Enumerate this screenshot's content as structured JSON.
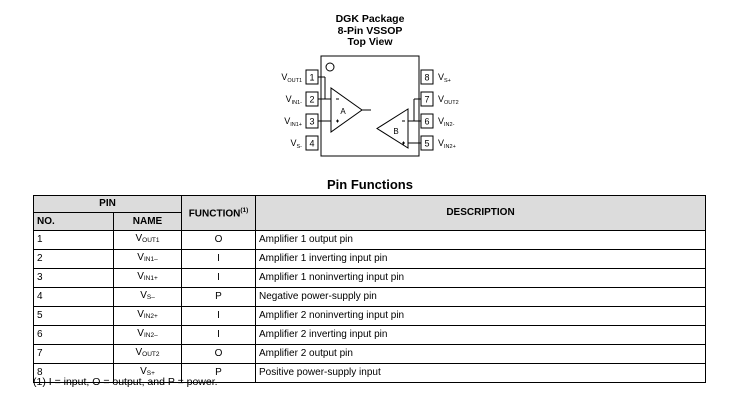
{
  "package": {
    "line1": "DGK Package",
    "line2": "8-Pin VSSOP",
    "line3": "Top View",
    "amp_a": "A",
    "amp_b": "B",
    "left_pins": [
      {
        "num": "1",
        "name": "V",
        "sub": "OUT1"
      },
      {
        "num": "2",
        "name": "V",
        "sub": "IN1-"
      },
      {
        "num": "3",
        "name": "V",
        "sub": "IN1+"
      },
      {
        "num": "4",
        "name": "V",
        "sub": "S-"
      }
    ],
    "right_pins": [
      {
        "num": "8",
        "name": "V",
        "sub": "S+"
      },
      {
        "num": "7",
        "name": "V",
        "sub": "OUT2"
      },
      {
        "num": "6",
        "name": "V",
        "sub": "IN2-"
      },
      {
        "num": "5",
        "name": "V",
        "sub": "IN2+"
      }
    ]
  },
  "section_title": "Pin Functions",
  "table": {
    "header": {
      "pin": "PIN",
      "no": "NO.",
      "name": "NAME",
      "function": "FUNCTION",
      "function_note": "(1)",
      "description": "DESCRIPTION"
    },
    "rows": [
      {
        "no": "1",
        "name": "V",
        "sub": "OUT1",
        "function": "O",
        "description": "Amplifier 1 output pin"
      },
      {
        "no": "2",
        "name": "V",
        "sub": "IN1–",
        "function": "I",
        "description": "Amplifier 1 inverting input pin"
      },
      {
        "no": "3",
        "name": "V",
        "sub": "IN1+",
        "function": "I",
        "description": "Amplifier 1 noninverting input pin"
      },
      {
        "no": "4",
        "name": "V",
        "sub": "S–",
        "function": "P",
        "description": "Negative power-supply pin"
      },
      {
        "no": "5",
        "name": "V",
        "sub": "IN2+",
        "function": "I",
        "description": "Amplifier 2 noninverting input pin"
      },
      {
        "no": "6",
        "name": "V",
        "sub": "IN2–",
        "function": "I",
        "description": "Amplifier 2 inverting input pin"
      },
      {
        "no": "7",
        "name": "V",
        "sub": "OUT2",
        "function": "O",
        "description": "Amplifier 2 output pin"
      },
      {
        "no": "8",
        "name": "V",
        "sub": "S+",
        "function": "P",
        "description": "Positive power-supply input"
      }
    ]
  },
  "footnote": "(1)   I = input, O = output, and P = power."
}
